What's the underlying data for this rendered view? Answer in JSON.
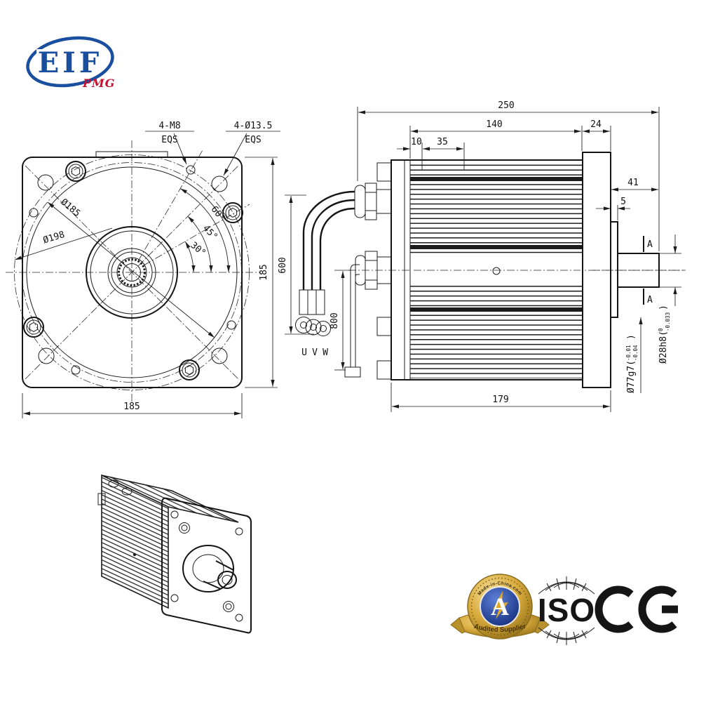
{
  "logo": {
    "brand": "EIF",
    "sub": "PMG"
  },
  "front_view": {
    "thread_label": "4-M8",
    "thread_eqs": "EQS",
    "hole_label": "4-Ø13.5",
    "hole_eqs": "EQS",
    "bolt_circle_dia": "Ø185",
    "outer_dia": "Ø198",
    "angle_small": "30°",
    "angle_mid": "45°",
    "angle_large": "60°",
    "width": "185",
    "height": "185"
  },
  "side_view": {
    "overall_length": "250",
    "body_length": "140",
    "flange_thickness": "24",
    "offset_a": "10",
    "offset_b": "35",
    "shaft_extension": "41",
    "spigot_depth": "5",
    "housing_length": "179",
    "lead_length": "600",
    "cable_length": "800",
    "phase_u": "U",
    "phase_v": "V",
    "phase_w": "W",
    "section_top": "A",
    "section_bottom": "A",
    "spigot_dia": {
      "base": "Ø77g7(",
      "hi": "-0.01",
      "lo": "-0.04",
      "close": ")"
    },
    "shaft_dia": {
      "base": "Ø28h8(",
      "hi": "0",
      "lo": "-0.033",
      "close": ")"
    }
  },
  "badges": {
    "medal_arc_text": "Made-in-China.com",
    "medal_letter": "A",
    "medal_ribbon": "Audited Supplier",
    "iso_label": "ISO",
    "ce_label": "CE"
  },
  "colors": {
    "line": "#1c1c1c",
    "logo_blue": "#1a4fa0",
    "logo_red": "#c8102e",
    "medal_gold": "#d4a437",
    "medal_blue": "#1c3f94",
    "badge_black": "#151515"
  }
}
